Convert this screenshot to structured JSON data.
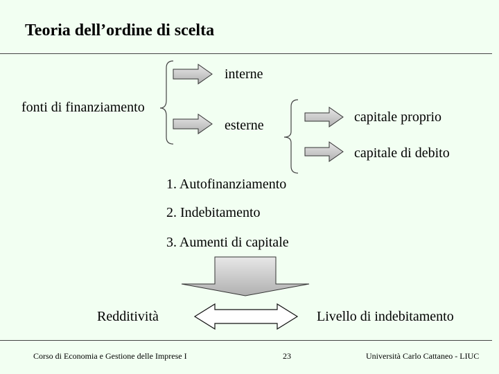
{
  "slide": {
    "title": "Teoria dell’ordine di scelta"
  },
  "diagram": {
    "source": "fonti di finanziamento",
    "internal": "interne",
    "external": "esterne",
    "equity": "capitale proprio",
    "debt": "capitale di debito"
  },
  "order": {
    "items": [
      "1. Autofinanziamento",
      "2. Indebitamento",
      "3. Aumenti di capitale"
    ]
  },
  "tradeoff": {
    "left": "Redditività",
    "right": "Livello di indebitamento"
  },
  "footer": {
    "course": "Corso di Economia e Gestione delle Imprese I",
    "page": "23",
    "university": "Università Carlo Cattaneo - LIUC"
  },
  "colors": {
    "background": "#f2fff2",
    "arrow_fill": "#cccccc",
    "line": "#444444"
  }
}
